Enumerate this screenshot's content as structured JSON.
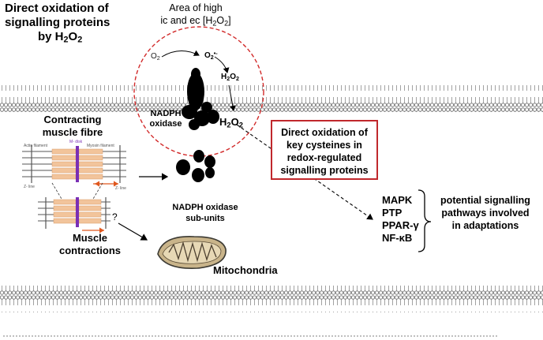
{
  "title": {
    "line1": "Direct oxidation of",
    "line2": "signalling proteins",
    "line3_prefix": "by H",
    "line3_sub": "2",
    "line3_mid": "O",
    "line3_sub2": "2"
  },
  "area": {
    "line1": "Area of high",
    "line2_prefix": "ic and ec [H",
    "line2_sub": "2",
    "line2_mid": "O",
    "line2_sub2": "2",
    "line2_suffix": "]"
  },
  "reaction": {
    "o2": "O",
    "o2_sub": "2",
    "o2_radical": "O",
    "o2_radical_sub": "2",
    "o2_radical_sup": "•-",
    "h2o2_a": "H",
    "h2o2_b": "2",
    "h2o2_c": "O",
    "h2o2_d": "2"
  },
  "nadph_oxidase": {
    "line1": "NADPH",
    "line2": "oxidase"
  },
  "h2o2_large": {
    "a": "H",
    "b": "2",
    "c": "O",
    "d": "2"
  },
  "fibre": {
    "line1": "Contracting",
    "line2": "muscle fibre",
    "actin_label": "Actin filament",
    "myosin_label": "Myosin filament",
    "mband_label": "M- disk",
    "zline_left": "Z- line",
    "zline_right": "Z- line"
  },
  "box": {
    "text": "Direct oxidation of key cysteines in redox-regulated signalling proteins",
    "border_color": "#c0282c"
  },
  "subunits": {
    "line1": "NADPH oxidase",
    "line2": "sub-units"
  },
  "question": "?",
  "contractions": {
    "line1": "Muscle",
    "line2": "contractions"
  },
  "mitochondria": "Mitochondria",
  "pathways": [
    "MAPK",
    "PTP",
    "PPAR-γ",
    "NF-κB"
  ],
  "potential": {
    "line1": "potential signalling",
    "line2": "pathways involved",
    "line3": "in adaptations"
  },
  "colors": {
    "circle_dashed": "#d22b2b",
    "sarcomere_fill": "#f2c49b",
    "mband": "#7a2fb5",
    "fibre_arrow": "#e0571e",
    "membrane": "#9a9a9a"
  }
}
